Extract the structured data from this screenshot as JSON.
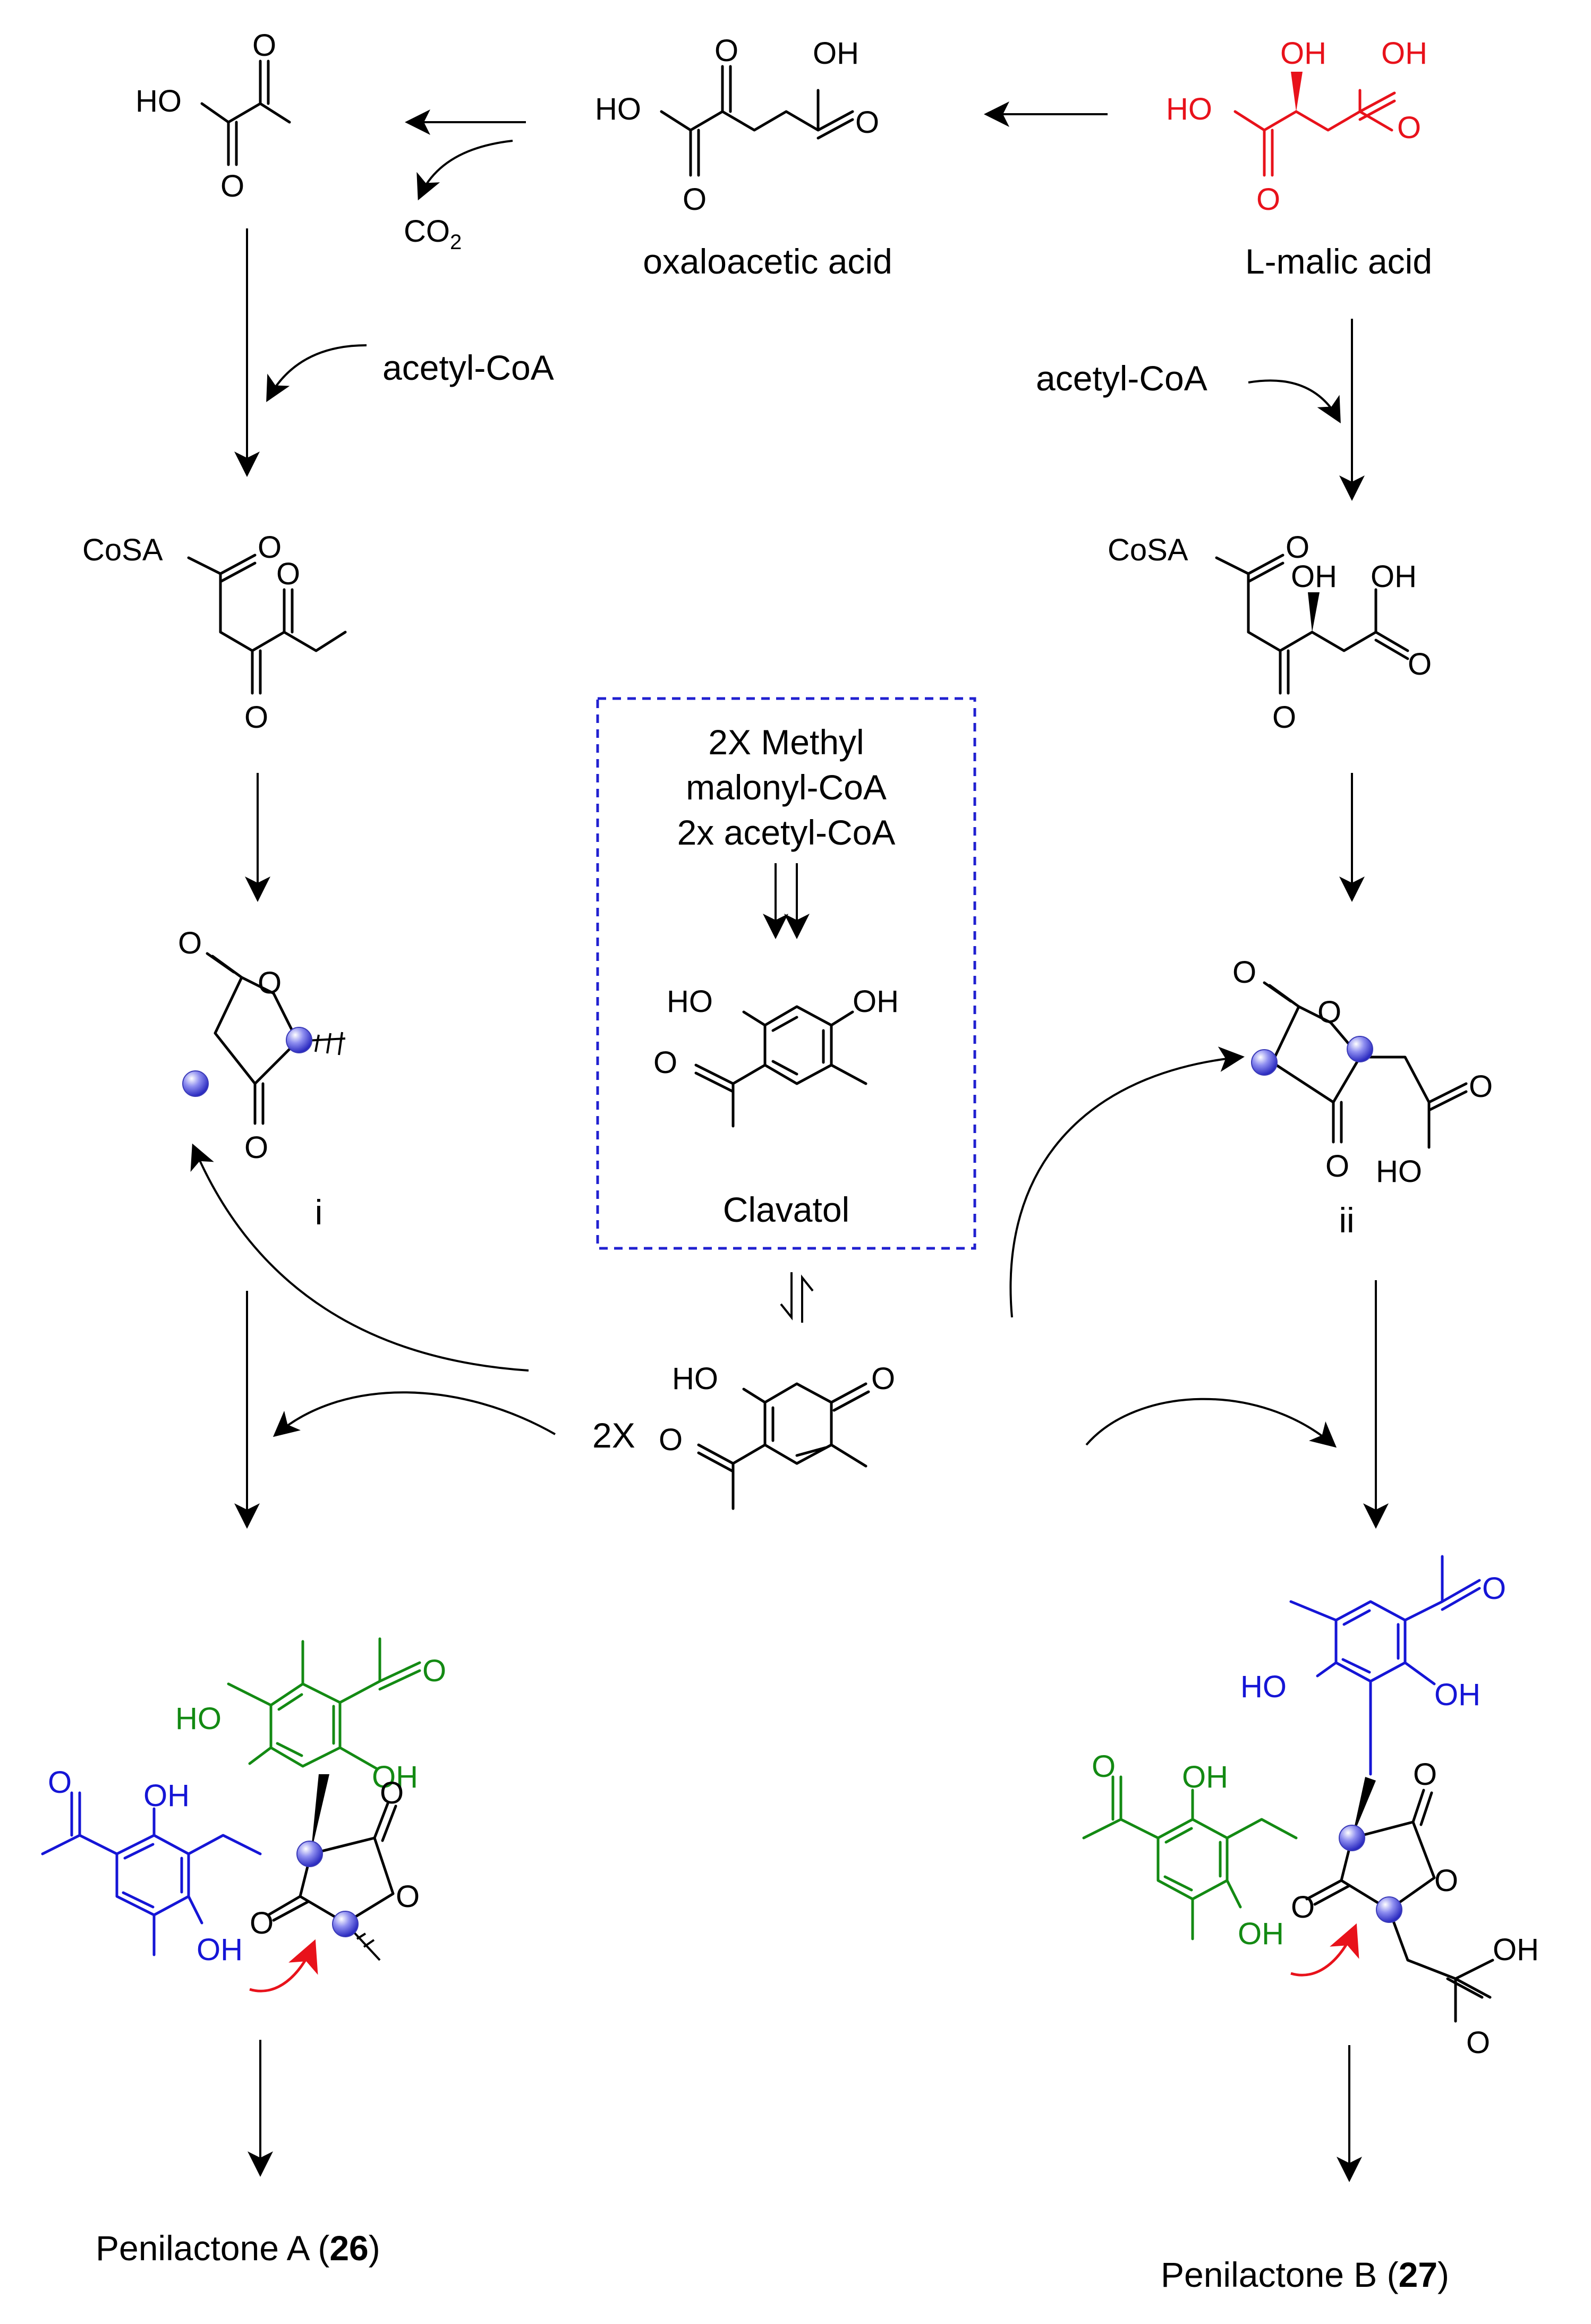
{
  "compounds": {
    "pyruvic": {
      "labels": [
        "HO",
        "O",
        "O"
      ]
    },
    "oxaloacetic": {
      "name": "oxaloacetic acid",
      "labels": [
        "HO",
        "O",
        "O",
        "OH",
        "O"
      ]
    },
    "malic": {
      "name": "L-malic acid",
      "labels": [
        "HO",
        "OH",
        "OH",
        "O",
        "O"
      ],
      "color": "#e8121b"
    },
    "left_thioester": {
      "labels": [
        "CoSA",
        "O",
        "O",
        "O"
      ]
    },
    "right_thioester": {
      "labels": [
        "CoSA",
        "O",
        "OH",
        "OH",
        "O",
        "O"
      ]
    },
    "lactone_i": {
      "name": "i",
      "labels": [
        "O",
        "O",
        "O"
      ]
    },
    "lactone_ii": {
      "name": "ii",
      "labels": [
        "O",
        "O",
        "O",
        "HO",
        "O"
      ]
    },
    "clavatol": {
      "name": "Clavatol",
      "labels": [
        "HO",
        "OH",
        "O"
      ]
    },
    "dienone": {
      "labels": [
        "HO",
        "O",
        "O"
      ]
    },
    "adduct_a": {
      "labels": [
        "O",
        "HO",
        "OH",
        "O",
        "OH",
        "OH",
        "O",
        "O"
      ]
    },
    "adduct_b": {
      "labels": [
        "O",
        "HO",
        "OH",
        "O",
        "OH",
        "OH",
        "O",
        "O",
        "OH",
        "O"
      ]
    }
  },
  "reagents": {
    "co2": "CO",
    "co2_sub": "2",
    "acetyl_left": "acetyl-CoA",
    "acetyl_right": "acetyl-CoA",
    "box_line1": "2X Methyl",
    "box_line2": "malonyl-CoA",
    "box_line3": "2x acetyl-CoA",
    "two_x": "2X"
  },
  "products": {
    "a_prefix": "Penilactone A (",
    "a_number": "26",
    "a_suffix": ")",
    "b_prefix": "Penilactone B (",
    "b_number": "27",
    "b_suffix": ")"
  },
  "colors": {
    "red": "#e8121b",
    "blue": "#1515d6",
    "green": "#138a13",
    "box_border": "#2020d0"
  }
}
